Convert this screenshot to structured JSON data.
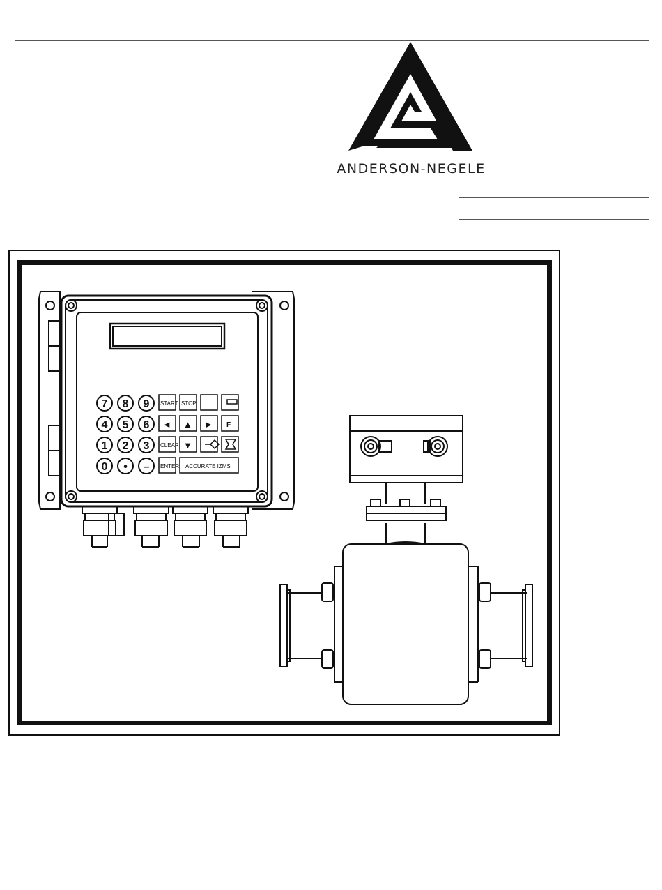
{
  "brand": {
    "name": "ANDERSON-NEGELE"
  },
  "keypad": {
    "digits": [
      "7",
      "8",
      "9",
      "4",
      "5",
      "6",
      "1",
      "2",
      "3",
      "0",
      "•",
      "–"
    ],
    "start_label": "START",
    "stop_label": "STOP",
    "clear_label": "CLEAR",
    "enter_label": "ENTER",
    "accurate_label": "ACCURATE IZMS",
    "f_label": "F",
    "arrow_glyphs": [
      "◄",
      "▲",
      "►",
      "▼"
    ]
  },
  "colors": {
    "ink": "#111111",
    "paper": "#ffffff",
    "rule": "#555555"
  },
  "icons": {
    "logo": "triangle-logo-icon"
  }
}
